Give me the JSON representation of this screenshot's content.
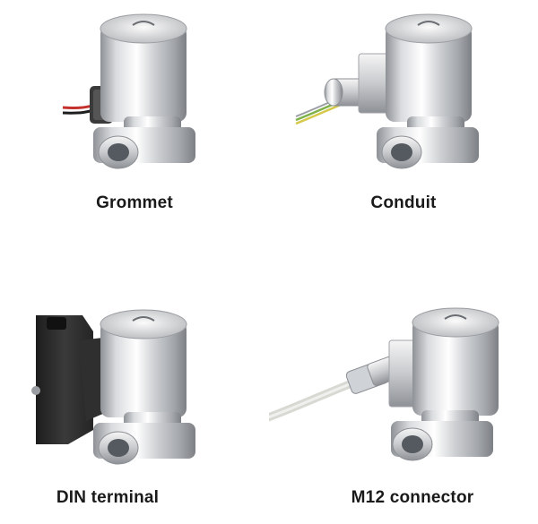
{
  "variants": [
    {
      "label": "Grommet"
    },
    {
      "label": "Conduit"
    },
    {
      "label": "DIN terminal"
    },
    {
      "label": "M12 connector"
    }
  ],
  "colors": {
    "steel_light": "#f2f2f2",
    "steel_mid": "#c9cbce",
    "steel_dark": "#8c8f94",
    "din_black": "#2b2b2b",
    "cable_grey": "#d9d9d4",
    "wire_red": "#c4302b",
    "wire_black": "#1e1e1e",
    "wire_green": "#7fb24a",
    "wire_yellow": "#d6c84a"
  }
}
